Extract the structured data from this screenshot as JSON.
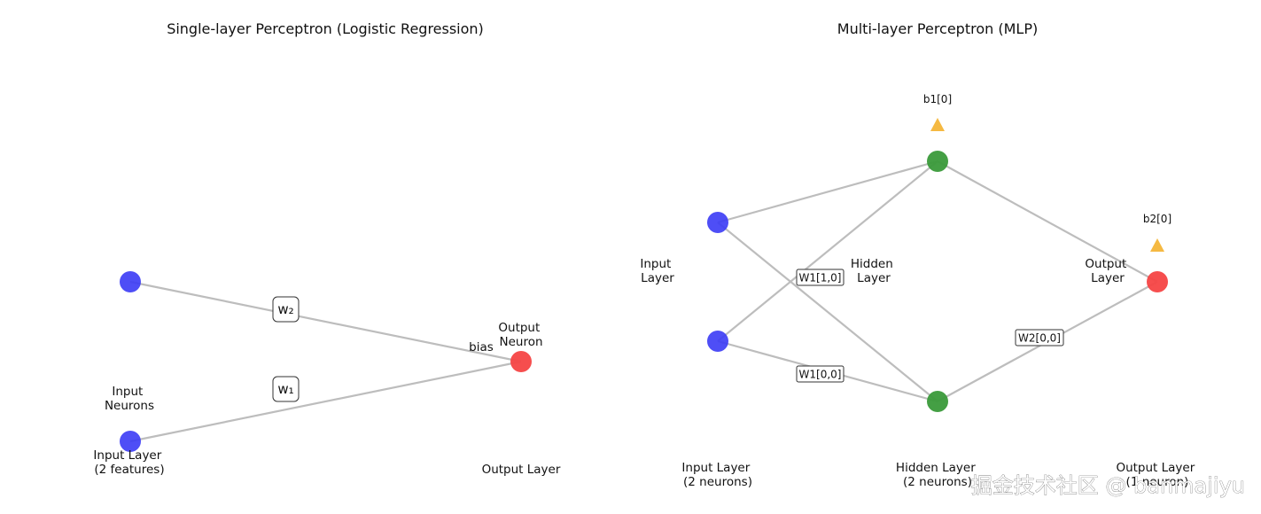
{
  "colors": {
    "input": "#3b3bf5",
    "hidden": "#3a9a3a",
    "output": "#f54545",
    "bias": "#f5b942",
    "edge": "#bdbdbd"
  },
  "left": {
    "title": "Single-layer Perceptron (Logistic Regression)",
    "input_group_label": "Input\nNeurons",
    "output_neuron_label": "Output\nNeuron",
    "bias_label": "bias",
    "weights": [
      "w₂",
      "w₁"
    ],
    "input_layer_caption": "Input Layer\n(2 features)",
    "output_layer_caption": "Output Layer"
  },
  "right": {
    "title": "Multi-layer Perceptron (MLP)",
    "input_layer_label": "Input\nLayer",
    "hidden_layer_label": "Hidden\nLayer",
    "output_layer_label": "Output\nLayer",
    "bias_hidden": "b1[0]",
    "bias_output": "b2[0]",
    "weights": {
      "w1_10": "W1[1,0]",
      "w1_00": "W1[0,0]",
      "w2_00": "W2[0,0]"
    },
    "input_caption": "Input Layer\n(2 neurons)",
    "hidden_caption": "Hidden Layer\n(2 neurons)",
    "output_caption": "Output Layer\n(1 neuron)"
  },
  "watermark": "掘金技术社区 @ banmajiyu"
}
